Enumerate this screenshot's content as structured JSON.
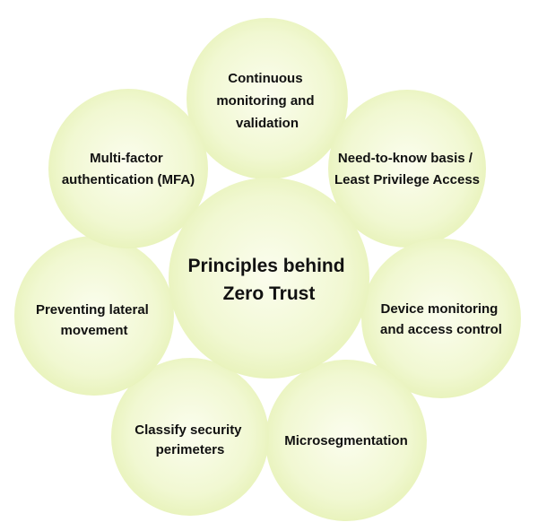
{
  "diagram": {
    "center": {
      "lines": [
        "Principles behind",
        "Zero Trust"
      ]
    },
    "principles": [
      {
        "id": "continuous-monitoring",
        "lines": [
          "Continuous",
          "monitoring and",
          "validation"
        ]
      },
      {
        "id": "need-to-know",
        "lines": [
          "Need-to-know basis /",
          "Least Privilege Access"
        ]
      },
      {
        "id": "device-monitoring",
        "lines": [
          "Device monitoring",
          "and access control"
        ]
      },
      {
        "id": "microsegmentation",
        "lines": [
          "Microsegmentation"
        ]
      },
      {
        "id": "classify-perimeters",
        "lines": [
          "Classify security",
          "perimeters"
        ]
      },
      {
        "id": "preventing-lateral-movement",
        "lines": [
          "Preventing lateral",
          "movement"
        ]
      },
      {
        "id": "mfa",
        "lines": [
          "Multi-factor",
          "authentication (MFA)"
        ]
      }
    ]
  },
  "colors": {
    "circle_fill_inner": "#fbfdee",
    "circle_fill_outer": "#e7f2b8",
    "text": "#111111"
  }
}
